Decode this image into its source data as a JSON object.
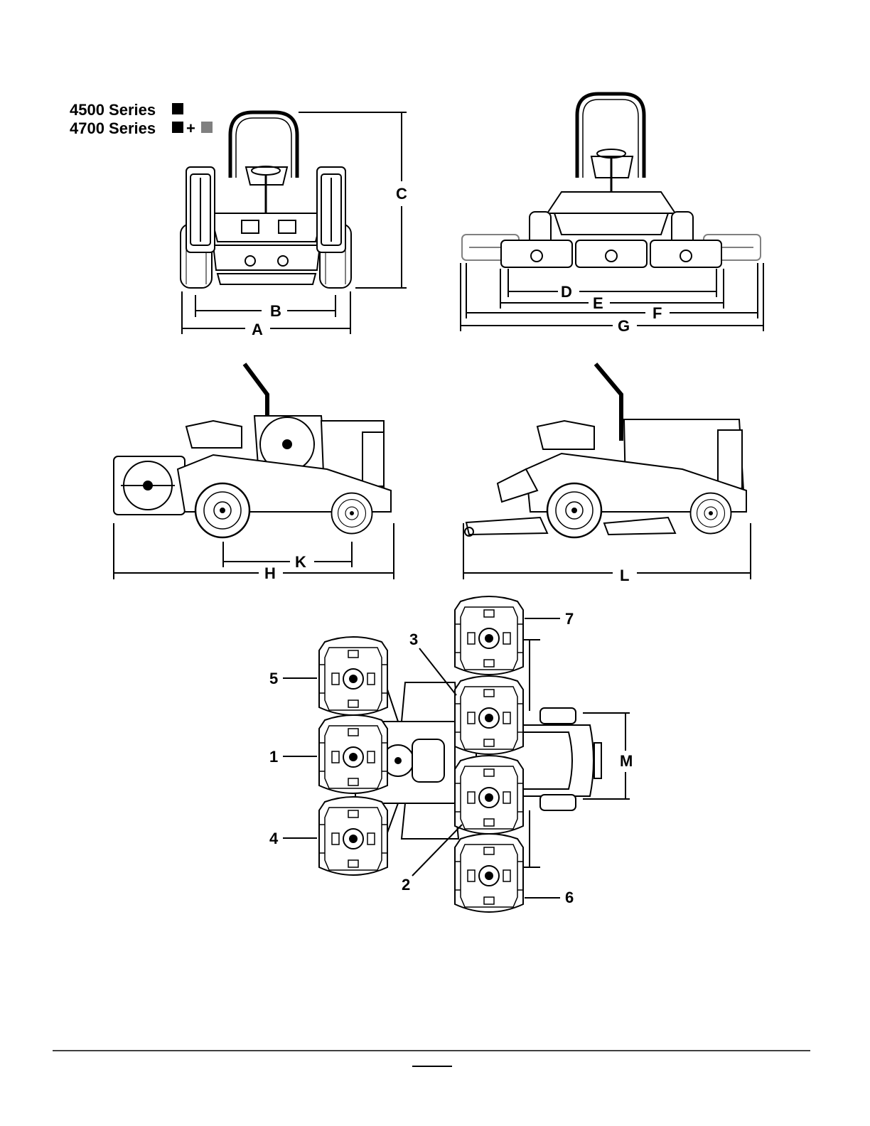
{
  "legend": {
    "row1": {
      "label": "4500 Series",
      "plus": ""
    },
    "row2": {
      "label": "4700 Series",
      "plus": "+"
    }
  },
  "colors": {
    "ink": "#000000",
    "gray_swatch": "#808080",
    "paper": "#ffffff"
  },
  "views": {
    "front_4500": {
      "dimensions": {
        "A": "A",
        "B": "B",
        "C": "C"
      }
    },
    "front_4700": {
      "dimensions": {
        "D": "D",
        "E": "E",
        "F": "F",
        "G": "G"
      }
    },
    "side_4500": {
      "dimensions": {
        "H": "H",
        "K": "K"
      }
    },
    "side_4700": {
      "dimensions": {
        "L": "L"
      }
    },
    "top": {
      "callouts": [
        "1",
        "2",
        "3",
        "4",
        "5",
        "6",
        "7"
      ],
      "dimension": "M"
    }
  }
}
